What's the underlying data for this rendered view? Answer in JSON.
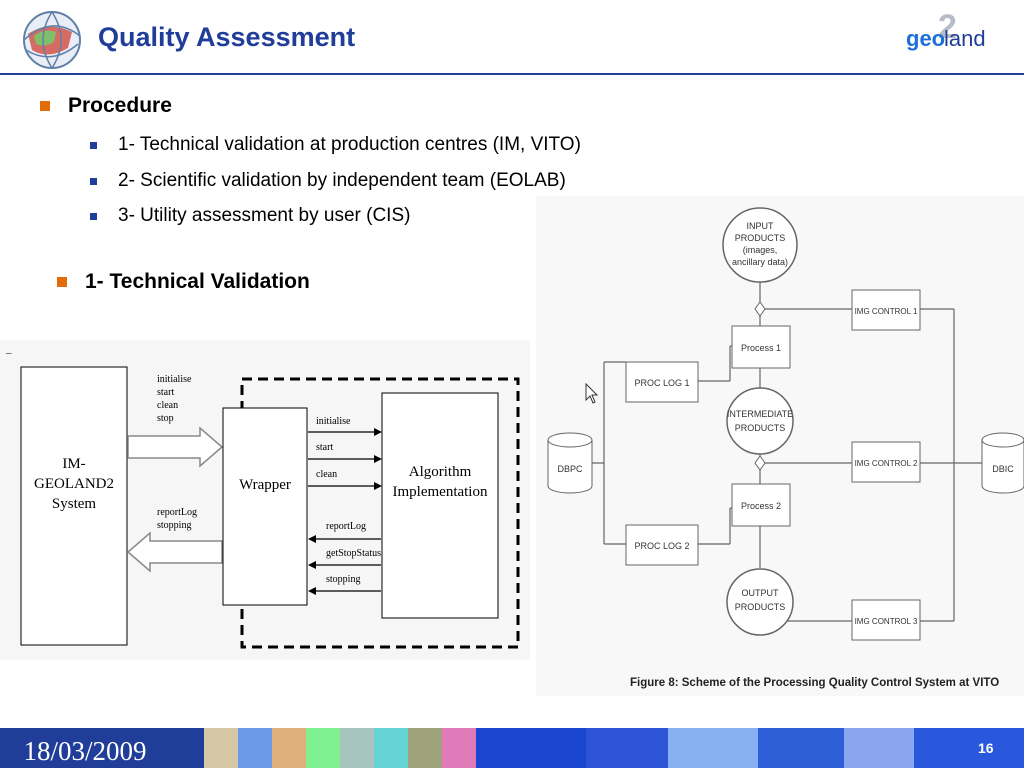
{
  "slide": {
    "title": "Quality Assessment",
    "brand": {
      "geo": "geo",
      "land": "land",
      "num": "2"
    },
    "heading1": "Procedure",
    "items": [
      "1- Technical validation at production centres (IM, VITO)",
      "2- Scientific validation by independent team (EOLAB)",
      "3- Utility assessment by user (CIS)"
    ],
    "heading2": "1- Technical Validation",
    "date": "18/03/2009",
    "page": "16"
  },
  "diagram_left": {
    "system_line1": "IM-",
    "system_line2": "GEOLAND2",
    "system_line3": "System",
    "cmd_in": [
      "initialise",
      "start",
      "clean",
      "stop"
    ],
    "cmd_out": [
      "reportLog",
      "stopping"
    ],
    "wrapper": "Wrapper",
    "algo_line1": "Algorithm",
    "algo_line2": "Implementation",
    "w_to_a": [
      "initialise",
      "start",
      "clean"
    ],
    "a_to_w": [
      "reportLog",
      "getStopStatus",
      "stopping"
    ],
    "dash_mark": "–"
  },
  "diagram_right": {
    "input_lines": [
      "INPUT",
      "PRODUCTS",
      "(images,",
      "ancillary data)"
    ],
    "intermediate_lines": [
      "INTERMEDIATE",
      "PRODUCTS"
    ],
    "output_lines": [
      "OUTPUT",
      "PRODUCTS"
    ],
    "process1": "Process 1",
    "process2": "Process 2",
    "proclog1": "PROC LOG 1",
    "proclog2": "PROC LOG 2",
    "imgcontrol1": "IMG CONTROL 1",
    "imgcontrol2": "IMG CONTROL  2",
    "imgcontrol3": "IMG CONTROL 3",
    "dbpc": "DBPC",
    "dbic": "DBIC",
    "caption": "Figure 8: Scheme of the Processing Quality Control System at VITO"
  },
  "colors": {
    "title_blue": "#1f3d99",
    "bullet_orange": "#e36c09",
    "footer_strip": [
      "#1f3d99",
      "#d6c8a6",
      "#6a9ae8",
      "#e0b07c",
      "#80ef90",
      "#a8c4be",
      "#66d4d4",
      "#9ea27a",
      "#e07ab8",
      "#1a46d2",
      "#2c54d4",
      "#86b0f0",
      "#2e5ed8",
      "#8aa6ec",
      "#2a58dc"
    ]
  }
}
